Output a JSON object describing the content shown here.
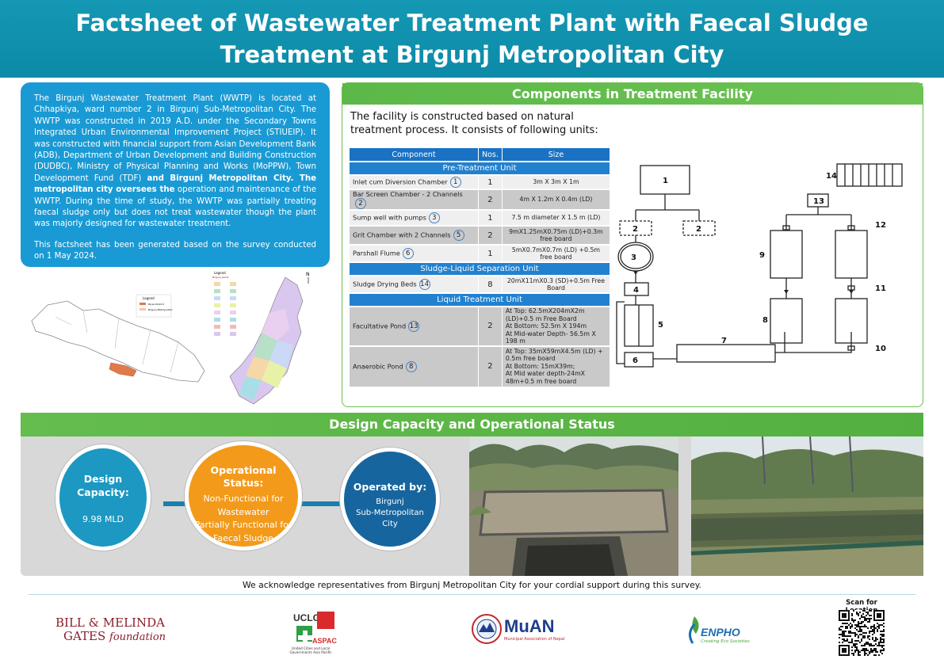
{
  "header": {
    "title_line1": "Factsheet of Wastewater Treatment Plant with Faecal Sludge",
    "title_line2": "Treatment at Birgunj Metropolitan City"
  },
  "intro": {
    "paragraph1": "The Birgunj Wastewater Treatment Plant (WWTP) is located at Chhapkiya, ward number 2 in Birgunj Sub-Metropolitan City. The WWTP was constructed in 2019 A.D. under the Secondary Towns Integrated Urban Environmental Improvement Project (STIUEIP). It was constructed with financial support from Asian Development Bank (ADB), Department of Urban Development and Building Construction (DUDBC), Ministry of Physical Planning and Works (MoPPW), Town Development Fund (TDF) and Birgunj Metropolitan City. The metropolitan city oversees the operation and maintenance of the WWTP. During the time of study, the WWTP was partially treating faecal sludge only but does not treat wastewater though the plant was majorly designed for wastewater treatment.",
    "paragraph2": "This factsheet has been generated based on the survey conducted on 1 May 2024."
  },
  "maps": {
    "legend_title": "Legend",
    "legend_items": [
      "Parsa District",
      "Birgunj Metropolitan"
    ],
    "legend2_title": "Legend",
    "legend2_sub": "Birgunj wards",
    "north": "N"
  },
  "components": {
    "heading": "Components in Treatment Facility",
    "intro": "The facility is constructed based on natural treatment process. It consists of following units:",
    "col_component": "Component",
    "col_nos": "Nos.",
    "col_size": "Size",
    "sections": [
      {
        "title": "Pre-Treatment Unit",
        "rows": [
          {
            "name": "Inlet cum Diversion Chamber",
            "num": "1",
            "nos": "1",
            "size": "3m X 3m X 1m"
          },
          {
            "name": "Bar Screen Chamber - 2 Channels",
            "num": "2",
            "nos": "2",
            "size": "4m X 1.2m X 0.4m (LD)"
          },
          {
            "name": "Sump well with pumps",
            "num": "3",
            "nos": "1",
            "size": "7.5 m diameter X 1.5 m (LD)"
          },
          {
            "name": "Grit Chamber with 2 Channels",
            "num": "5",
            "nos": "2",
            "size": "9mX1.25mX0.75m (LD)+0.3m free board"
          },
          {
            "name": "Parshall Flume",
            "num": "6",
            "nos": "1",
            "size": "5mX0.7mX0.7m (LD) +0.5m free board"
          }
        ]
      },
      {
        "title": "Sludge-Liquid Separation Unit",
        "rows": [
          {
            "name": "Sludge Drying Beds",
            "num": "14",
            "nos": "8",
            "size": "20mX11mX0.3 (SD)+0.5m Free Board"
          }
        ]
      },
      {
        "title": "Liquid Treatment Unit",
        "rows": [
          {
            "name": "Facultative Pond",
            "num": "13",
            "nos": "2",
            "size_lines": [
              "At Top: 62.5mX204mX2m (LD)+0.5 m Free Board",
              "At Bottom: 52.5m X 194m",
              "At Mid-water Depth- 56.5m X 198 m"
            ]
          },
          {
            "name": "Anaerobic Pond",
            "num": "8",
            "nos": "2",
            "size_lines": [
              "At Top: 35mX59mX4.5m (LD) + 0.5m free board",
              "At Bottom: 15mX39m;",
              "At Mid water depth-24mX 48m+0.5 m free board"
            ]
          }
        ]
      }
    ],
    "diagram_labels": [
      "1",
      "2",
      "2",
      "3",
      "4",
      "5",
      "6",
      "7",
      "8",
      "9",
      "10",
      "11",
      "12",
      "13",
      "14"
    ]
  },
  "design": {
    "heading": "Design Capacity and Operational Status",
    "capacity_title_l1": "Design",
    "capacity_title_l2": "Capacity:",
    "capacity_value": "9.98 MLD",
    "status_title_l1": "Operational",
    "status_title_l2": "Status:",
    "status_lines": [
      "Non-Functional for",
      "Wastewater",
      "Partially  Functional for",
      "Faecal Sludge"
    ],
    "operator_title": "Operated by:",
    "operator_lines": [
      "Birgunj",
      "Sub-Metropolitan",
      "City"
    ]
  },
  "footer": {
    "acknowledgement": "We acknowledge representatives from Birgunj Metropolitan City for your cordial support during this survey.",
    "gates_l1": "BILL & MELINDA",
    "gates_l2a": "GATES",
    "gates_l2b": "foundation",
    "uclg_top": "UCLG",
    "uclg_bottom": "ASPAC",
    "uclg_caption": "United Cities and Local Governments Asia Pacific",
    "muan": "MuAN",
    "muan_sub": "Municipal Association of Nepal",
    "enpho": "ENPHO",
    "enpho_sub": "Creating Eco Societies",
    "qr_label": "Scan for Location"
  },
  "colors": {
    "header": "#0c8aa8",
    "intro_box": "#1a9ad4",
    "green": "#5cb848",
    "table_blue": "#2281cf",
    "capacity": "#1c98c2",
    "status": "#f39a1b",
    "operator": "#17659e"
  }
}
